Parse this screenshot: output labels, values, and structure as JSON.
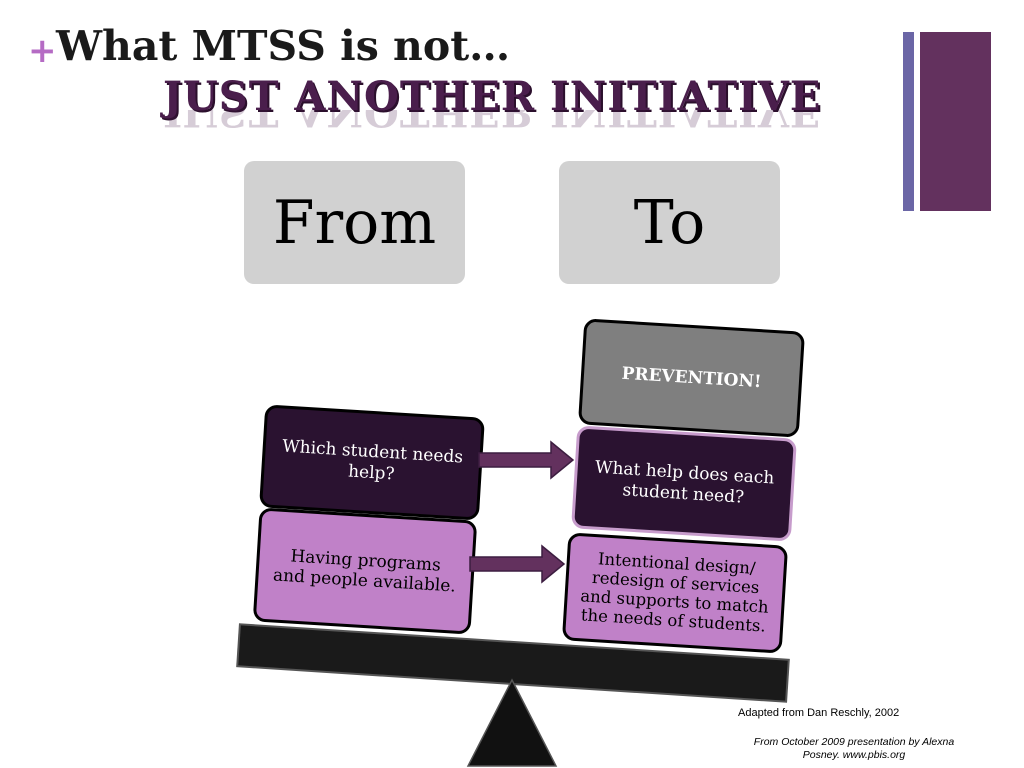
{
  "slide": {
    "plus_glyph": "+",
    "title": "What MTSS is not…",
    "subtitle": "JUST ANOTHER INITIATIVE",
    "accent_colors": {
      "purple": "#63315e",
      "lavender": "#6b66a6",
      "plum": "#c081c8",
      "dark": "#2a1230"
    }
  },
  "columns": {
    "from_label": "From",
    "to_label": "To"
  },
  "boxes": {
    "prevention": "PREVENTION!",
    "from_top": "Which student needs help?",
    "to_top": "What help does each student need?",
    "from_bottom": "Having programs and people available.",
    "to_bottom": "Intentional design/ redesign of services and supports to match the needs of students."
  },
  "credits": {
    "adapted": "Adapted from Dan Reschly, 2002",
    "source": "From October 2009 presentation by Alexna Posney. www.pbis.org"
  }
}
